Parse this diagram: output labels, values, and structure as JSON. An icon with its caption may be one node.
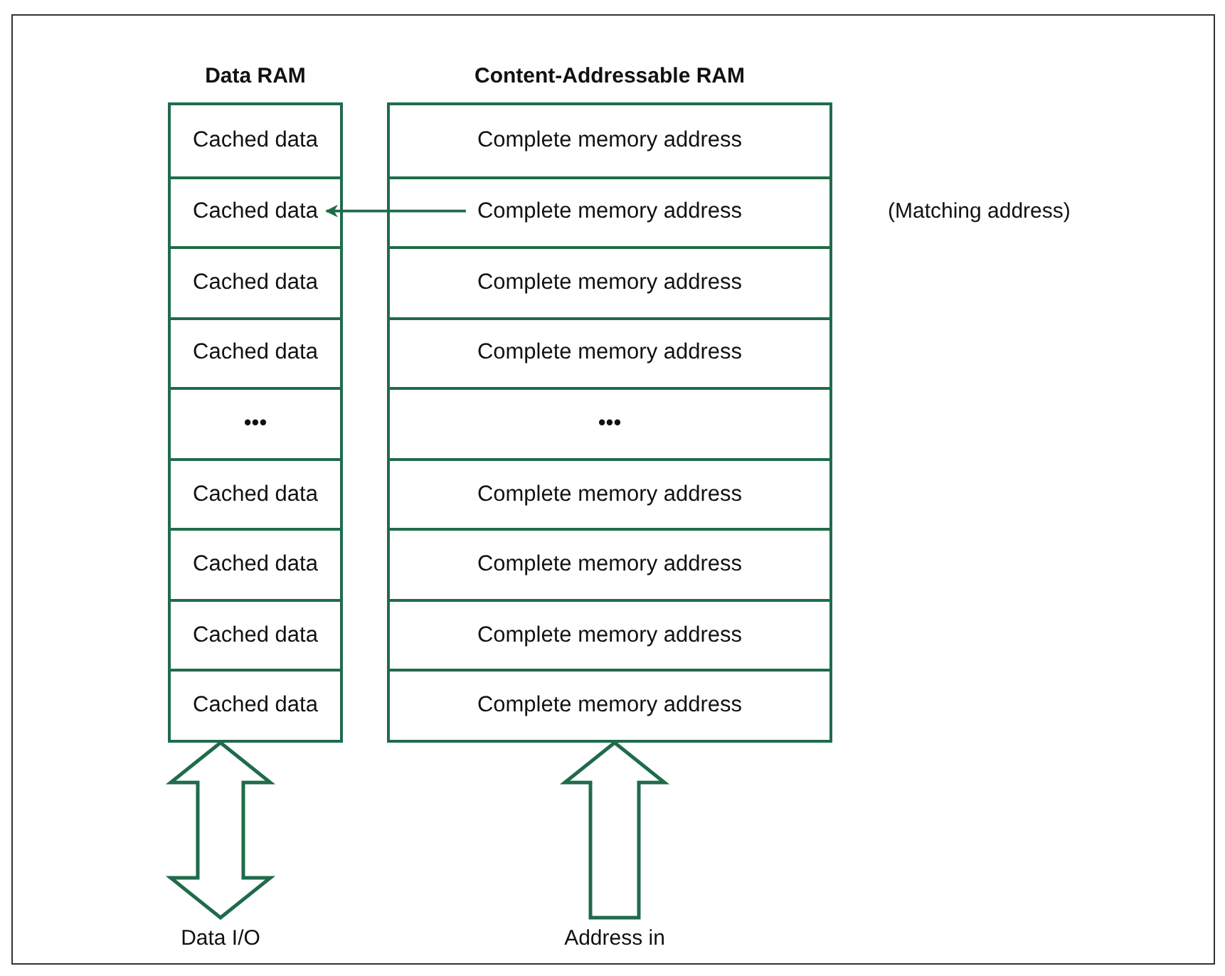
{
  "diagram": {
    "nodes": [
      {
        "text": [
          "Data RAM"
        ]
      },
      {
        "text": [
          "Cached data"
        ],
        "in": 0
      },
      {
        "text": [
          "Cached data"
        ],
        "in": 0
      },
      {
        "text": [
          "Cached data"
        ],
        "in": 0
      },
      {
        "text": [
          "Cached data"
        ],
        "in": 0
      },
      {
        "text": [
          "•••"
        ],
        "in": 0
      },
      {
        "text": [
          "Cached data"
        ],
        "in": 0
      },
      {
        "text": [
          "Cached data"
        ],
        "in": 0
      },
      {
        "text": [
          "Cached data"
        ],
        "in": 0
      },
      {
        "text": [
          "Cached data"
        ],
        "in": 0
      },
      {
        "text": [
          "Content-Addressable RAM"
        ]
      },
      {
        "text": [
          "Complete memory address"
        ],
        "in": 10
      },
      {
        "text": [
          "Complete memory address"
        ],
        "in": 10
      },
      {
        "text": [
          "Complete memory address"
        ],
        "in": 10
      },
      {
        "text": [
          "Complete memory address"
        ],
        "in": 10
      },
      {
        "text": [
          "•••"
        ],
        "in": 10
      },
      {
        "text": [
          "Complete memory address"
        ],
        "in": 10
      },
      {
        "text": [
          "Complete memory address"
        ],
        "in": 10
      },
      {
        "text": [
          "Complete memory address"
        ],
        "in": 10
      },
      {
        "text": [
          "Complete memory address"
        ],
        "in": 10
      },
      {
        "text": [
          "Data I/O"
        ]
      },
      {
        "text": [
          "Address in"
        ]
      }
    ],
    "edges": [
      {
        "from": 12,
        "to": 2,
        "arrow": "to"
      },
      {
        "from": 20,
        "to": 0,
        "arrow": "both",
        "style": "thick"
      },
      {
        "from": 21,
        "to": 10,
        "arrow": "to",
        "style": "thick"
      }
    ],
    "labels": [
      "(Matching address)"
    ]
  }
}
